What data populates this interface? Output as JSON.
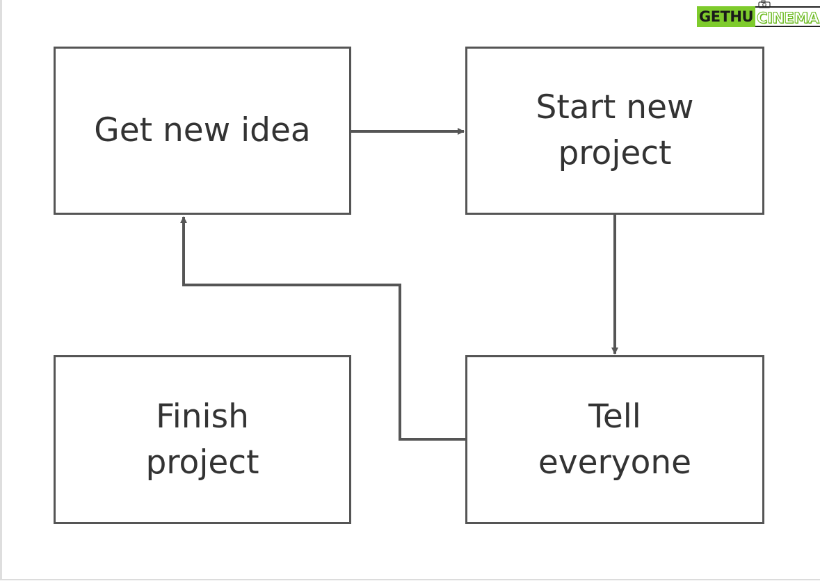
{
  "diagram": {
    "nodes": [
      {
        "id": "get-idea",
        "label": "Get new idea"
      },
      {
        "id": "start-project",
        "label": "Start new project"
      },
      {
        "id": "finish-project",
        "label": "Finish project"
      },
      {
        "id": "tell-everyone",
        "label": "Tell everyone"
      }
    ],
    "edges": [
      {
        "from": "get-idea",
        "to": "start-project"
      },
      {
        "from": "start-project",
        "to": "tell-everyone"
      },
      {
        "from": "tell-everyone",
        "to": "get-idea"
      }
    ],
    "colors": {
      "box_border": "#555555",
      "text": "#333333",
      "arrow": "#555555"
    }
  },
  "watermark": {
    "part1": "GETHU",
    "part2": "CINEMA",
    "colors": {
      "green": "#7ecb2c"
    }
  }
}
